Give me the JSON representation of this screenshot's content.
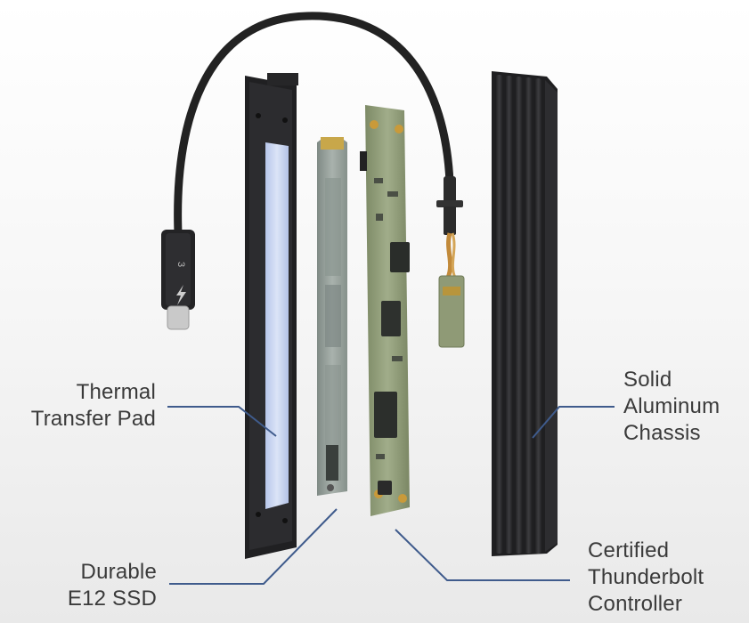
{
  "callouts": {
    "thermal_pad": {
      "line1": "Thermal",
      "line2": "Transfer Pad"
    },
    "chassis": {
      "line1": "Solid",
      "line2": "Aluminum",
      "line3": "Chassis"
    },
    "ssd": {
      "line1": "Durable",
      "line2": "E12 SSD"
    },
    "controller": {
      "line1": "Certified",
      "line2": "Thunderbolt",
      "line3": "Controller"
    }
  },
  "cable": {
    "port_number": "3"
  },
  "colors": {
    "callout_line": "#3f5b8c",
    "thermal_pad": "#cfdaf2",
    "pcb": "#8f9b78",
    "ssd_board": "#9aa39d",
    "chassis": "#2b2b2d",
    "cable": "#222222"
  }
}
